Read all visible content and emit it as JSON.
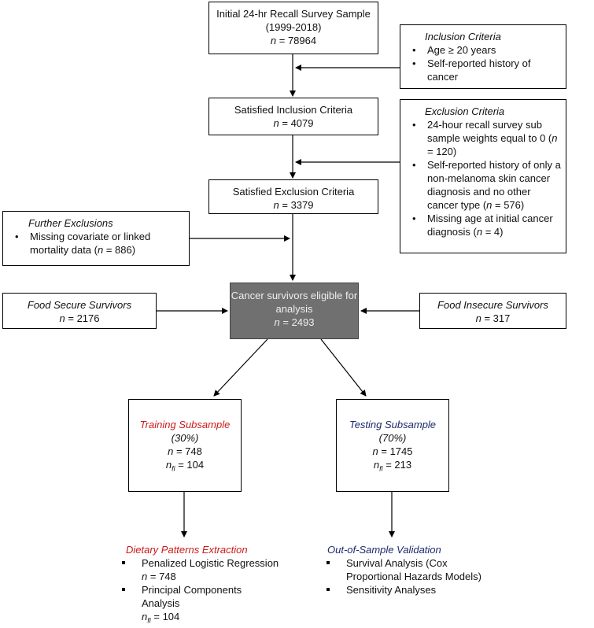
{
  "initial": {
    "line1": "Initial 24-hr Recall Survey Sample",
    "line2": "(1999-2018)",
    "n": "78964"
  },
  "inclusion": {
    "title": "Inclusion Criteria",
    "items": [
      "Age ≥ 20 years",
      "Self-reported history of cancer"
    ]
  },
  "satisfied_inclusion": {
    "title": "Satisfied Inclusion Criteria",
    "n": "4079"
  },
  "exclusion": {
    "title": "Exclusion Criteria",
    "item1": "24-hour recall survey sub sample weights equal to 0 (",
    "item1_n": "n",
    "item1_val": " = 120)",
    "item2": "Self-reported history of only a non-melanoma skin cancer diagnosis and no other cancer type (",
    "item2_n": "n",
    "item2_val": " = 576)",
    "item3": "Missing age at initial cancer diagnosis (",
    "item3_n": "n",
    "item3_val": "  = 4)"
  },
  "satisfied_exclusion": {
    "title": "Satisfied Exclusion Criteria",
    "n": "3379"
  },
  "further": {
    "title": "Further Exclusions",
    "item": "Missing covariate or linked mortality data (",
    "item_n": "n",
    "item_val": " = 886)"
  },
  "eligible": {
    "line1": "Cancer survivors eligible for",
    "line2": "analysis",
    "n": "2493"
  },
  "food_secure": {
    "title": "Food Secure Survivors",
    "n": "2176"
  },
  "food_insecure": {
    "title": "Food Insecure Survivors",
    "n": "317"
  },
  "training": {
    "title": "Training Subsample",
    "pct": "(30%)",
    "n": "748",
    "nfi": "104"
  },
  "testing": {
    "title": "Testing Subsample",
    "pct": "(70%)",
    "n": "1745",
    "nfi": "213"
  },
  "dietary": {
    "title": "Dietary Patterns Extraction",
    "item1": "Penalized Logistic Regression",
    "item1_n": "748",
    "item2": "Principal Components Analysis",
    "item2_nfi": "104"
  },
  "validation": {
    "title": "Out-of-Sample Validation",
    "item1": "Survival Analysis (Cox Proportional Hazards Models)",
    "item2": "Sensitivity Analyses"
  },
  "symbols": {
    "n": "n",
    "eq": " = ",
    "fi": "fi"
  },
  "colors": {
    "red": "#cc1a1a",
    "navy": "#1b2a6b",
    "eligible_fill": "#707070"
  }
}
